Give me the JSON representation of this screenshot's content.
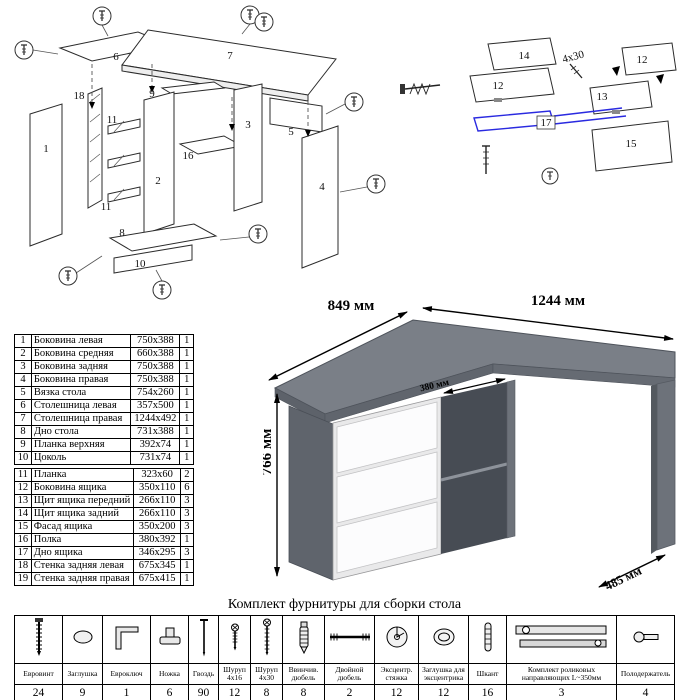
{
  "colors": {
    "desk_grey": "#7a7f87",
    "desk_grey_dark": "#5f646c",
    "drawer_white": "#fcfcfd",
    "highlight_blue": "#2a2ae0"
  },
  "diagrams": {
    "main": {
      "callouts": {
        "p1": "1",
        "p2": "2",
        "p3": "3",
        "p4": "4",
        "p5": "5",
        "p6": "6",
        "p7": "7",
        "p8": "8",
        "p9": "9",
        "p10": "10",
        "p11a": "11",
        "p11b": "11",
        "p16": "16",
        "p18": "18"
      }
    },
    "drawer": {
      "callouts": {
        "p14": "14",
        "p12a": "12",
        "p12b": "12",
        "p13": "13",
        "p17": "17",
        "p15": "15"
      },
      "screw_note": "4x30"
    }
  },
  "parts_table": {
    "rows": [
      {
        "num": "1",
        "name": "Боковина левая",
        "size": "750x388",
        "qty": "1"
      },
      {
        "num": "2",
        "name": "Боковина средняя",
        "size": "660x388",
        "qty": "1"
      },
      {
        "num": "3",
        "name": "Боковина задняя",
        "size": "750x388",
        "qty": "1"
      },
      {
        "num": "4",
        "name": "Боковина правая",
        "size": "750x388",
        "qty": "1"
      },
      {
        "num": "5",
        "name": "Вязка стола",
        "size": "754x260",
        "qty": "1"
      },
      {
        "num": "6",
        "name": "Столешница левая",
        "size": "357x500",
        "qty": "1"
      },
      {
        "num": "7",
        "name": "Столешница правая",
        "size": "1244x492",
        "qty": "1"
      },
      {
        "num": "8",
        "name": "Дно стола",
        "size": "731x388",
        "qty": "1"
      },
      {
        "num": "9",
        "name": "Планка верхняя",
        "size": "392x74",
        "qty": "1"
      },
      {
        "num": "10",
        "name": "Цоколь",
        "size": "731x74",
        "qty": "1"
      },
      {
        "num": "11",
        "name": "Планка",
        "size": "323x60",
        "qty": "2"
      },
      {
        "num": "12",
        "name": "Боковина ящика",
        "size": "350x110",
        "qty": "6"
      },
      {
        "num": "13",
        "name": "Щит ящика передний",
        "size": "266x110",
        "qty": "3"
      },
      {
        "num": "14",
        "name": "Щит ящика задний",
        "size": "266x110",
        "qty": "3"
      },
      {
        "num": "15",
        "name": "Фасад ящика",
        "size": "350x200",
        "qty": "3"
      },
      {
        "num": "16",
        "name": "Полка",
        "size": "380x392",
        "qty": "1"
      },
      {
        "num": "17",
        "name": "Дно ящика",
        "size": "346x295",
        "qty": "3"
      },
      {
        "num": "18",
        "name": "Стенка задняя левая",
        "size": "675x345",
        "qty": "1"
      },
      {
        "num": "19",
        "name": "Стенка задняя правая",
        "size": "675x415",
        "qty": "1"
      }
    ]
  },
  "desk": {
    "dims": {
      "left_edge": "849 мм",
      "top_edge": "1244 мм",
      "height": "766 мм",
      "shelf_width": "380 мм",
      "depth": "485 мм"
    }
  },
  "hardware": {
    "title": "Комплект фурнитуры для сборки стола",
    "items": [
      {
        "icon": "euro-screw-icon",
        "label": "Евровинт",
        "qty": "24"
      },
      {
        "icon": "cap-icon",
        "label": "Заглушка",
        "qty": "9"
      },
      {
        "icon": "hex-key-icon",
        "label": "Евроключ",
        "qty": "1"
      },
      {
        "icon": "leg-icon",
        "label": "Ножка",
        "qty": "6"
      },
      {
        "icon": "nail-icon",
        "label": "Гвоздь",
        "qty": "90"
      },
      {
        "icon": "screw-4x16-icon",
        "label": "Шуруп 4x16",
        "qty": "12"
      },
      {
        "icon": "screw-4x30-icon",
        "label": "Шуруп 4x30",
        "qty": "8"
      },
      {
        "icon": "dowel-screw-icon",
        "label": "Ввинчив. дюбель",
        "qty": "8"
      },
      {
        "icon": "double-dowel-icon",
        "label": "Двойной дюбель",
        "qty": "2"
      },
      {
        "icon": "cam-lock-icon",
        "label": "Эксцентр. стяжка",
        "qty": "12"
      },
      {
        "icon": "cam-cap-icon",
        "label": "Заглушка для эксцентрика",
        "qty": "12"
      },
      {
        "icon": "dowel-icon",
        "label": "Шкант",
        "qty": "16"
      },
      {
        "icon": "slide-rail-icon",
        "label": "Комплект роликовых направляющих L~350мм",
        "qty": "3"
      },
      {
        "icon": "shelf-pin-icon",
        "label": "Полодержатель",
        "qty": "4"
      }
    ]
  }
}
